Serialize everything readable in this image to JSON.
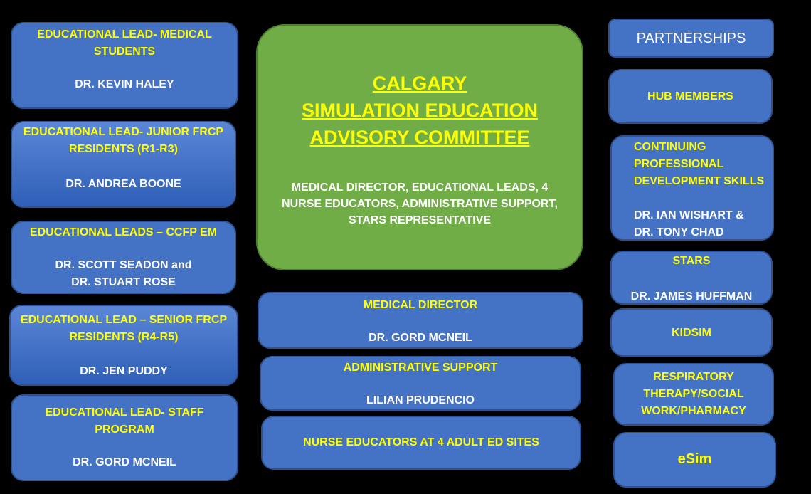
{
  "left": [
    {
      "title": [
        "EDUCATIONAL LEAD- MEDICAL",
        "STUDENTS"
      ],
      "name": [
        "DR. KEVIN HALEY"
      ]
    },
    {
      "title": [
        "EDUCATIONAL LEAD- JUNIOR FRCP",
        "RESIDENTS (R1-R3)"
      ],
      "name": [
        "DR. ANDREA BOONE"
      ]
    },
    {
      "title": [
        "EDUCATIONAL LEADS – CCFP EM"
      ],
      "name": [
        "DR. SCOTT SEADON and",
        "DR. STUART ROSE"
      ]
    },
    {
      "title": [
        "EDUCATIONAL LEAD – SENIOR FRCP",
        "RESIDENTS  (R4-R5)"
      ],
      "name": [
        "DR. JEN PUDDY"
      ]
    },
    {
      "title": [
        "EDUCATIONAL LEAD- STAFF",
        "PROGRAM"
      ],
      "name": [
        "DR. GORD MCNEIL"
      ]
    }
  ],
  "center": {
    "title": [
      "CALGARY",
      "SIMULATION EDUCATION",
      "ADVISORY COMMITTEE"
    ],
    "subtitle": "MEDICAL DIRECTOR, EDUCATIONAL LEADS, 4 NURSE EDUCATORS, ADMINISTRATIVE SUPPORT, STARS REPRESENTATIVE"
  },
  "middle": [
    {
      "title": "MEDICAL DIRECTOR",
      "name": "DR. GORD MCNEIL"
    },
    {
      "title": "ADMINISTRATIVE SUPPORT",
      "name": "LILIAN PRUDENCIO"
    },
    {
      "title": "NURSE EDUCATORS AT 4 ADULT ED SITES"
    }
  ],
  "right": {
    "partnerships": "PARTNERSHIPS",
    "hub": "HUB MEMBERS",
    "cpd": {
      "title": [
        "CONTINUING",
        "PROFESSIONAL",
        "DEVELOPMENT SKILLS"
      ],
      "name": [
        "DR. IAN WISHART &",
        "DR. TONY CHAD"
      ]
    },
    "stars": {
      "title": "STARS",
      "name": "DR. JAMES HUFFMAN"
    },
    "kidsim": "KIDSIM",
    "respiratory": [
      "RESPIRATORY",
      "THERAPY/SOCIAL",
      "WORK/PHARMACY"
    ],
    "esim": "eSim"
  },
  "colors": {
    "background": "#000000",
    "box_blue": "#4472c4",
    "center_green": "#70ad47",
    "title_yellow": "#ffff00",
    "text_white": "#ffffff"
  }
}
